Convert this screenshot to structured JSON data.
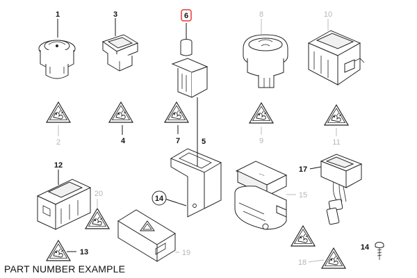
{
  "callouts": {
    "c1": "1",
    "c2": "2",
    "c3": "3",
    "c4": "4",
    "c5": "5",
    "c6": "6",
    "c7": "7",
    "c8": "8",
    "c9": "9",
    "c10": "10",
    "c11": "11",
    "c12": "12",
    "c13": "13",
    "c14a": "14",
    "c14b": "14",
    "c15": "15",
    "c17": "17",
    "c18": "18",
    "c19": "19",
    "c20": "20"
  },
  "highlight_color": "#e53935",
  "caption": "PART NUMBER EXAMPLE"
}
